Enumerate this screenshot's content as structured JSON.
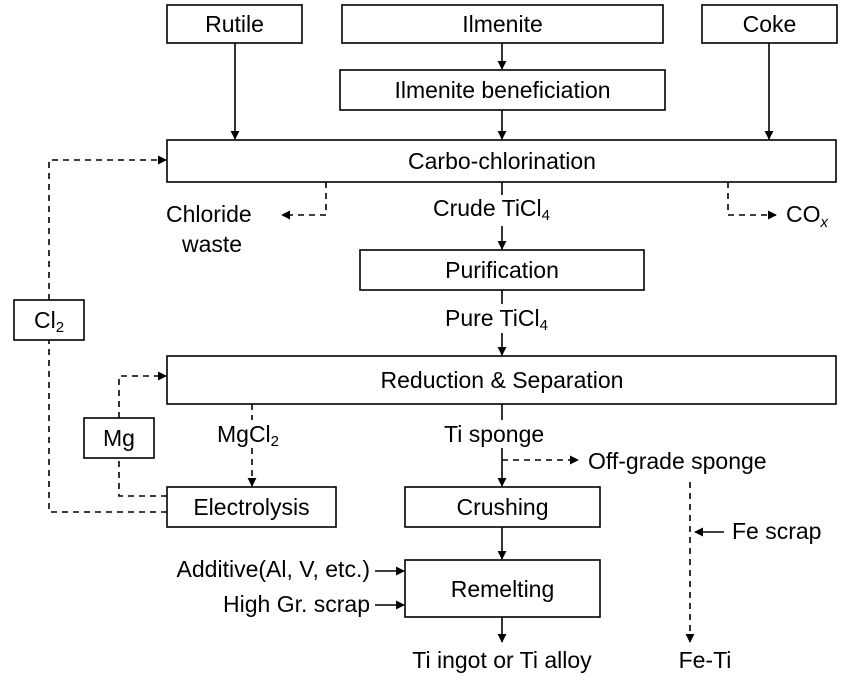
{
  "boxes": {
    "rutile": "Rutile",
    "ilmenite": "Ilmenite",
    "coke": "Coke",
    "ilmenite_beneficiation": "Ilmenite beneficiation",
    "carbo_chlorination": "Carbo-chlorination",
    "purification": "Purification",
    "cl2": {
      "main": "Cl",
      "sub": "2"
    },
    "reduction_separation": "Reduction & Separation",
    "mg": "Mg",
    "electrolysis": "Electrolysis",
    "crushing": "Crushing",
    "remelting": "Remelting"
  },
  "labels": {
    "chloride_waste_line1": "Chloride",
    "chloride_waste_line2": "waste",
    "crude_ticl4": {
      "main": "Crude TiCl",
      "sub": "4"
    },
    "cox": {
      "main": "CO",
      "sub": "x"
    },
    "pure_ticl4": {
      "main": "Pure TiCl",
      "sub": "4"
    },
    "mgcl2": {
      "main": "MgCl",
      "sub": "2"
    },
    "ti_sponge": "Ti sponge",
    "off_grade_sponge": "Off-grade sponge",
    "fe_scrap": "Fe scrap",
    "additive": "Additive(Al, V, etc.)",
    "high_gr_scrap": "High Gr. scrap",
    "ti_ingot": "Ti ingot or Ti alloy",
    "fe_ti": "Fe-Ti"
  }
}
